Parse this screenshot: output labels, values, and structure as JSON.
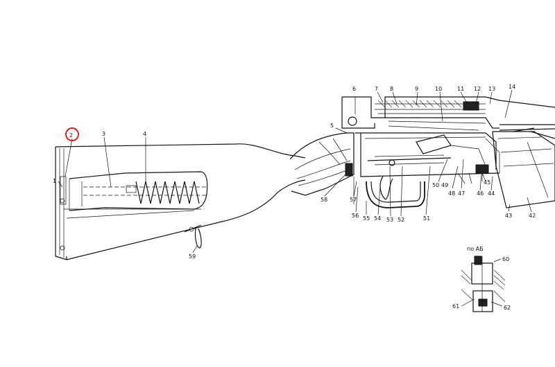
{
  "diagram": {
    "labels": [
      {
        "id": "1",
        "text": "1"
      },
      {
        "id": "2",
        "text": "2"
      },
      {
        "id": "3",
        "text": "3"
      },
      {
        "id": "4",
        "text": "4"
      },
      {
        "id": "5",
        "text": "5"
      },
      {
        "id": "6",
        "text": "6"
      },
      {
        "id": "7",
        "text": "7"
      },
      {
        "id": "8",
        "text": "8"
      },
      {
        "id": "9",
        "text": "9"
      },
      {
        "id": "10",
        "text": "10"
      },
      {
        "id": "11",
        "text": "11"
      },
      {
        "id": "12",
        "text": "12"
      },
      {
        "id": "13",
        "text": "13"
      },
      {
        "id": "14",
        "text": "14"
      },
      {
        "id": "42",
        "text": "42"
      },
      {
        "id": "43",
        "text": "43"
      },
      {
        "id": "44",
        "text": "44"
      },
      {
        "id": "45",
        "text": "45"
      },
      {
        "id": "46",
        "text": "46"
      },
      {
        "id": "47",
        "text": "47"
      },
      {
        "id": "48",
        "text": "48"
      },
      {
        "id": "49",
        "text": "49"
      },
      {
        "id": "50",
        "text": "50"
      },
      {
        "id": "51",
        "text": "51"
      },
      {
        "id": "52",
        "text": "52"
      },
      {
        "id": "53",
        "text": "53"
      },
      {
        "id": "54",
        "text": "54"
      },
      {
        "id": "55",
        "text": "55"
      },
      {
        "id": "56",
        "text": "56"
      },
      {
        "id": "57",
        "text": "57"
      },
      {
        "id": "58",
        "text": "58"
      },
      {
        "id": "59",
        "text": "59"
      },
      {
        "id": "60",
        "text": "60"
      },
      {
        "id": "61",
        "text": "61"
      },
      {
        "id": "62",
        "text": "62"
      }
    ],
    "inset_title": "по АБ",
    "highlight_color": "#e0201c",
    "line_color": "#111111"
  }
}
